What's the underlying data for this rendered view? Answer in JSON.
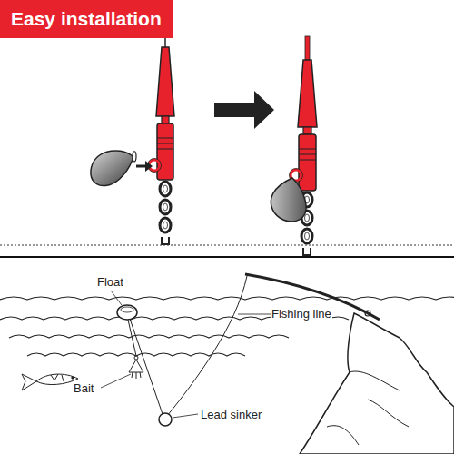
{
  "diagram": {
    "nodes": [
      {
        "text": [
          "Easy installation"
        ]
      }
    ],
    "labels": [
      "Float",
      "Fishing line",
      "Bait",
      "Lead sinker"
    ]
  }
}
